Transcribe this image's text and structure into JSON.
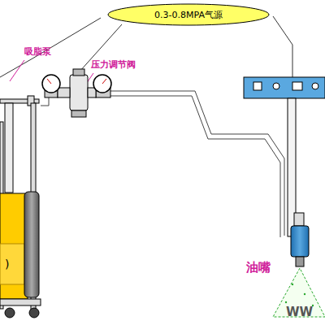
{
  "diagram": {
    "nodes": [
      {
        "text": [
          "0.3-0.8MPA气源"
        ]
      }
    ],
    "labels": [
      "吸脂泵",
      "压力调节阀",
      "油嘴",
      ")",
      "WW"
    ]
  }
}
